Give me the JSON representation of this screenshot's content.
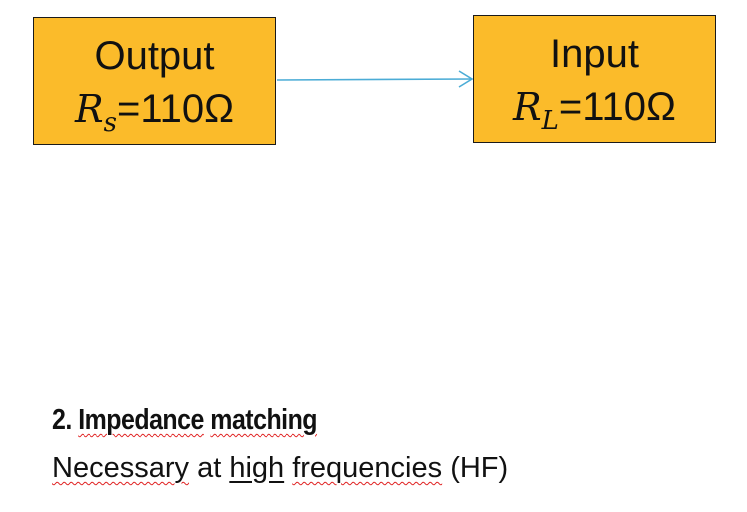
{
  "source_block": {
    "title": "Output",
    "var": "R",
    "sub": "s",
    "value": "=110Ω"
  },
  "load_block": {
    "title": "Input",
    "var": "R",
    "sub": "L",
    "value": "=110Ω"
  },
  "text": {
    "heading_number": "2.",
    "heading_word1": "Impedance",
    "heading_word2": "matching",
    "line_word1": "Necessary",
    "line_word2": "at",
    "line_word3": "high",
    "line_word4": "frequencies",
    "line_word5": "(HF)"
  },
  "colors": {
    "block_fill": "#fbbb2a",
    "arrow": "#4bacd6",
    "spellcheck": "#e02020"
  }
}
